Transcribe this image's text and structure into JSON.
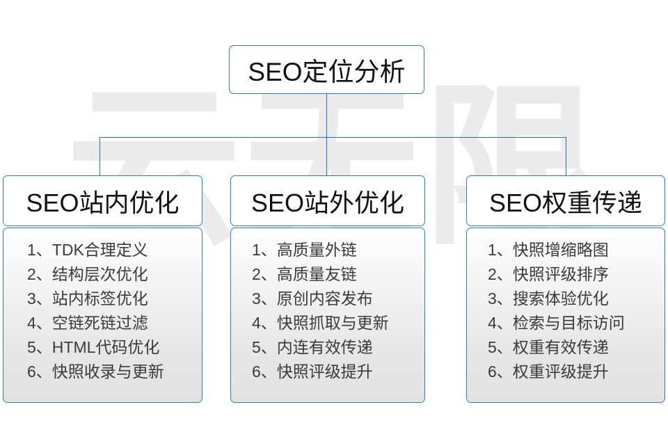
{
  "watermark": {
    "text": "云无限"
  },
  "root": {
    "title": "SEO定位分析"
  },
  "columns": [
    {
      "id": "seo-onsite",
      "title": "SEO站内优化",
      "items": [
        "1、TDK合理定义",
        "2、结构层次优化",
        "3、站内标签优化",
        "4、空链死链过滤",
        "5、HTML代码优化",
        "6、快照收录与更新"
      ]
    },
    {
      "id": "seo-offsite",
      "title": "SEO站外优化",
      "items": [
        "1、高质量外链",
        "2、高质量友链",
        "3、原创内容发布",
        "4、快照抓取与更新",
        "5、内连有效传递",
        "6、快照评级提升"
      ]
    },
    {
      "id": "seo-weight",
      "title": "SEO权重传递",
      "items": [
        "1、快照增缩略图",
        "2、快照评级排序",
        "3、搜索体验优化",
        "4、检索与目标访问",
        "5、权重有效传递",
        "6、权重评级提升"
      ]
    }
  ],
  "colors": {
    "border": "#2a7fc1",
    "connector": "#1d72b8",
    "text": "#111111",
    "item_text": "#3a3a3a",
    "watermark": "#ebebeb",
    "background": "#ffffff"
  }
}
